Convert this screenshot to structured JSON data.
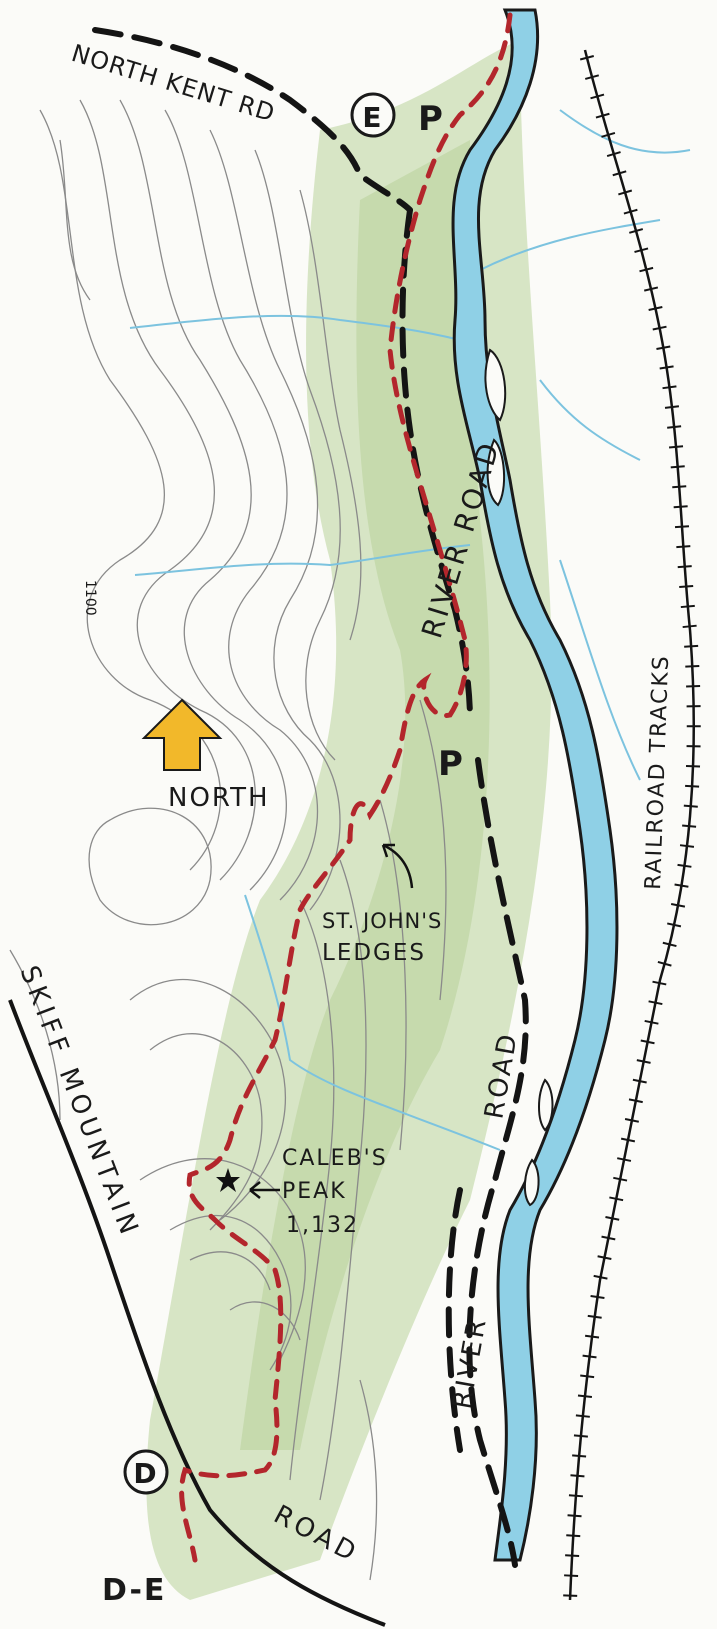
{
  "map": {
    "labels": {
      "north_kent_rd": "NORTH KENT RD",
      "river_road_north": "RIVER ROAD",
      "river_road_south_1": "ROAD",
      "river_road_south_2": "RIVER",
      "railroad_tracks": "RAILROAD TRACKS",
      "skiff_mountain": "SKIFF MOUNTAIN",
      "skiff_road": "ROAD",
      "north": "NORTH",
      "st_johns_1": "ST. JOHN'S",
      "st_johns_2": "LEDGES",
      "calebs_1": "CALEB'S",
      "calebs_2": "PEAK",
      "calebs_elev": "1,132",
      "contour_1100": "1100",
      "marker_e": "E",
      "marker_d": "D",
      "parking_top": "P",
      "parking_mid": "P",
      "trail_code": "D-E"
    },
    "colors": {
      "river": "#8fd0e6",
      "river_outline": "#1a1a1a",
      "forest": "#b9d39a",
      "trail": "#b3262c",
      "stream": "#7cc3df",
      "north_arrow": "#f2b82a"
    },
    "icons": {
      "north_arrow": "north-arrow-icon",
      "summit": "summit-star-icon",
      "pointer": "pointer-arrow-icon"
    }
  }
}
